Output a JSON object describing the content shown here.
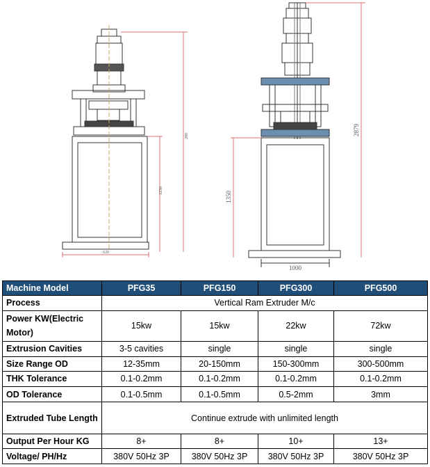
{
  "drawing": {
    "dim_width": "1000",
    "dim_height_total": "2879",
    "dim_height_lower": "1350",
    "left_dim_a": "280",
    "left_dim_b": "1230",
    "left_dim_bottom": "620"
  },
  "table": {
    "header": [
      "Machine Model",
      "PFG35",
      "PFG150",
      "PFG300",
      "PFG500"
    ],
    "rows": [
      {
        "label": "Process",
        "span": "Vertical Ram Extruder M/c"
      },
      {
        "label": "Power KW(Electric Motor)",
        "values": [
          "15kw",
          "15kw",
          "22kw",
          "72kw"
        ]
      },
      {
        "label": "Extrusion Cavities",
        "values": [
          "3-5 cavities",
          "single",
          "single",
          "single"
        ]
      },
      {
        "label": "Size Range OD",
        "values": [
          "12-35mm",
          "20-150mm",
          "150-300mm",
          "300-500mm"
        ]
      },
      {
        "label": "THK Tolerance",
        "values": [
          "0.1-0.2mm",
          "0.1-0.2mm",
          "0.1-0.2mm",
          "0.1-0.2mm"
        ]
      },
      {
        "label": "OD Tolerance",
        "values": [
          "0.1-0.5mm",
          "0.1-0.5mm",
          "0.5-2mm",
          "3mm"
        ]
      },
      {
        "label": "Extruded Tube Length",
        "span": "Continue extrude with unlimited length"
      },
      {
        "label": "Output Per Hour KG",
        "values": [
          "8+",
          "8+",
          "10+",
          "13+"
        ]
      },
      {
        "label": "Voltage/ PH/Hz",
        "values": [
          "380V 50Hz 3P",
          "380V 50Hz 3P",
          "380V 50Hz 3P",
          "380V 50Hz 3P"
        ]
      }
    ]
  }
}
